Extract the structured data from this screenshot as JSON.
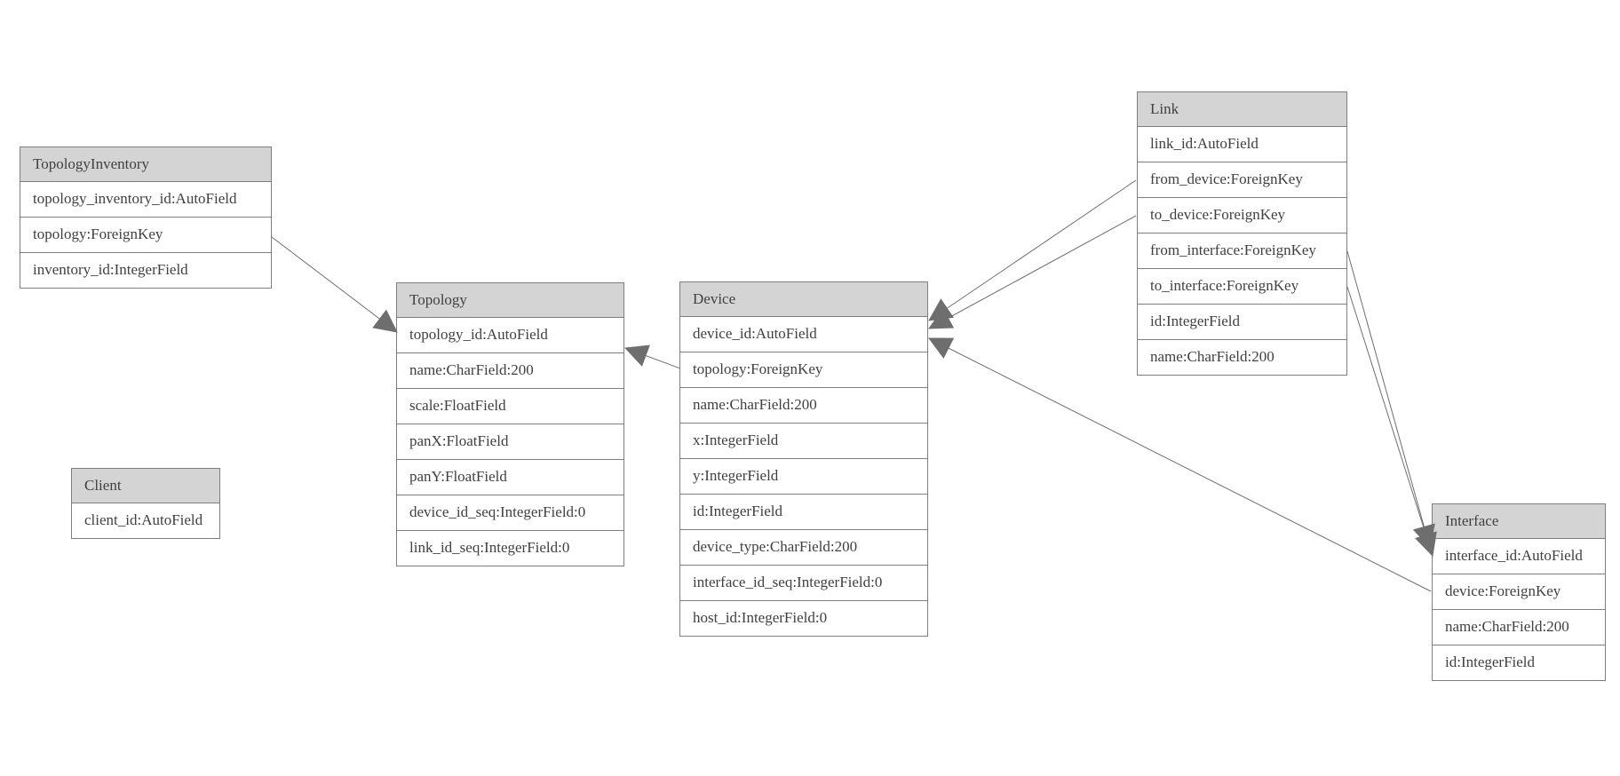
{
  "entities": [
    {
      "name": "TopologyInventory",
      "fields": [
        "topology_inventory_id:AutoField",
        "topology:ForeignKey",
        "inventory_id:IntegerField"
      ]
    },
    {
      "name": "Topology",
      "fields": [
        "topology_id:AutoField",
        "name:CharField:200",
        "scale:FloatField",
        "panX:FloatField",
        "panY:FloatField",
        "device_id_seq:IntegerField:0",
        "link_id_seq:IntegerField:0"
      ]
    },
    {
      "name": "Client",
      "fields": [
        "client_id:AutoField"
      ]
    },
    {
      "name": "Device",
      "fields": [
        "device_id:AutoField",
        "topology:ForeignKey",
        "name:CharField:200",
        "x:IntegerField",
        "y:IntegerField",
        "id:IntegerField",
        "device_type:CharField:200",
        "interface_id_seq:IntegerField:0",
        "host_id:IntegerField:0"
      ]
    },
    {
      "name": "Link",
      "fields": [
        "link_id:AutoField",
        "from_device:ForeignKey",
        "to_device:ForeignKey",
        "from_interface:ForeignKey",
        "to_interface:ForeignKey",
        "id:IntegerField",
        "name:CharField:200"
      ]
    },
    {
      "name": "Interface",
      "fields": [
        "interface_id:AutoField",
        "device:ForeignKey",
        "name:CharField:200",
        "id:IntegerField"
      ]
    }
  ],
  "relationships": [
    {
      "from": "TopologyInventory.topology",
      "to": "Topology"
    },
    {
      "from": "Device.topology",
      "to": "Topology"
    },
    {
      "from": "Link.from_device",
      "to": "Device"
    },
    {
      "from": "Link.to_device",
      "to": "Device"
    },
    {
      "from": "Interface.device",
      "to": "Device"
    },
    {
      "from": "Link.from_interface",
      "to": "Interface"
    },
    {
      "from": "Link.to_interface",
      "to": "Interface"
    }
  ],
  "colors": {
    "header_fill": "#d4d4d4",
    "row_fill": "#ffffff",
    "border": "#7e7e7e",
    "text": "#404040",
    "edge": "#6e6e6e"
  }
}
